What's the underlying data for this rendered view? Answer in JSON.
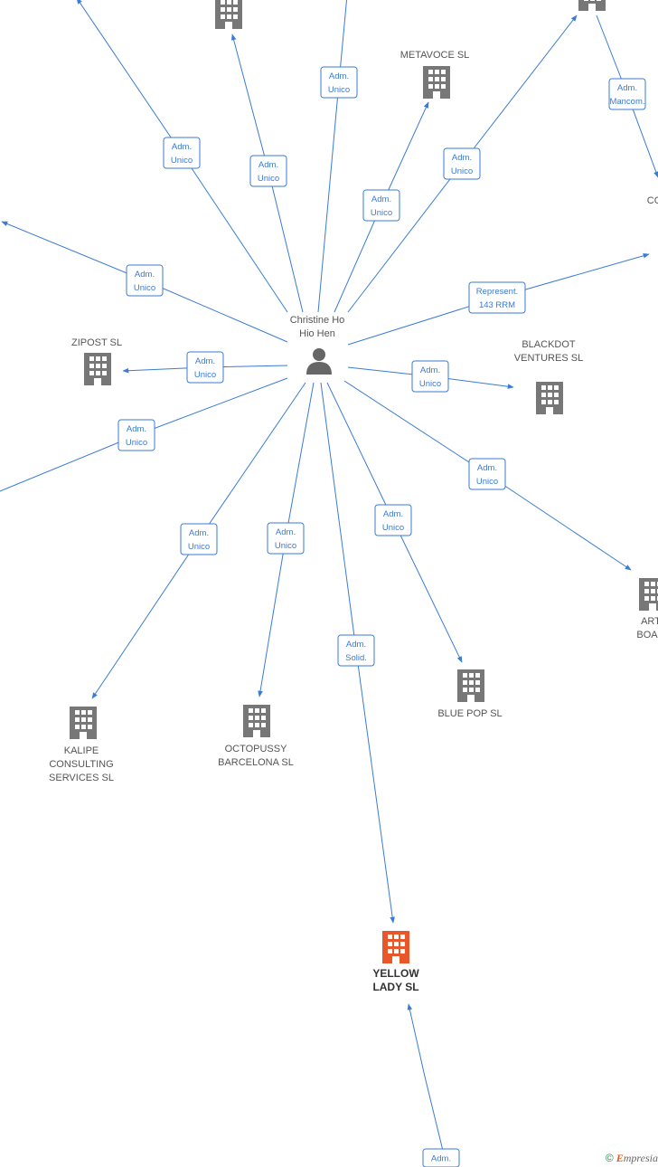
{
  "person": {
    "name_line1": "Christine Ho",
    "name_line2": "Hio Hen"
  },
  "companies": [
    {
      "id": "metavoce",
      "lines": [
        "METAVOCE  SL"
      ],
      "highlight": false
    },
    {
      "id": "zipost",
      "lines": [
        "ZIPOST  SL"
      ],
      "highlight": false
    },
    {
      "id": "blackdot",
      "lines": [
        "BLACKDOT",
        "VENTURES  SL"
      ],
      "highlight": false
    },
    {
      "id": "kalipe",
      "lines": [
        "KALIPE",
        "CONSULTING",
        "SERVICES  SL"
      ],
      "highlight": false
    },
    {
      "id": "octopussy",
      "lines": [
        "OCTOPUSSY",
        "BARCELONA  SL"
      ],
      "highlight": false
    },
    {
      "id": "bluepop",
      "lines": [
        "BLUE POP  SL"
      ],
      "highlight": false
    },
    {
      "id": "yellowlady",
      "lines": [
        "YELLOW",
        "LADY  SL"
      ],
      "highlight": true
    },
    {
      "id": "art",
      "lines": [
        "ART",
        "BOAR"
      ],
      "highlight": false
    },
    {
      "id": "co",
      "lines": [
        "CO"
      ],
      "highlight": false
    },
    {
      "id": "top_left",
      "lines": [],
      "highlight": false
    },
    {
      "id": "top_right",
      "lines": [],
      "highlight": false
    }
  ],
  "edge_labels": [
    {
      "id": "e-top-left",
      "lines": [
        "Adm.",
        "Unico"
      ]
    },
    {
      "id": "e-top-mid",
      "lines": [
        "Adm.",
        "Unico"
      ]
    },
    {
      "id": "e-top-center",
      "lines": [
        "Adm.",
        "Unico"
      ]
    },
    {
      "id": "e-metavoce",
      "lines": [
        "Adm.",
        "Unico"
      ]
    },
    {
      "id": "e-top-right",
      "lines": [
        "Adm.",
        "Unico"
      ]
    },
    {
      "id": "e-mancom",
      "lines": [
        "Adm.",
        "Mancom."
      ]
    },
    {
      "id": "e-left-upper",
      "lines": [
        "Adm.",
        "Unico"
      ]
    },
    {
      "id": "e-represent",
      "lines": [
        "Represent.",
        "143 RRM"
      ]
    },
    {
      "id": "e-zipost",
      "lines": [
        "Adm.",
        "Unico"
      ]
    },
    {
      "id": "e-blackdot",
      "lines": [
        "Adm.",
        "Unico"
      ]
    },
    {
      "id": "e-left-lower",
      "lines": [
        "Adm.",
        "Unico"
      ]
    },
    {
      "id": "e-art",
      "lines": [
        "Adm.",
        "Unico"
      ]
    },
    {
      "id": "e-kalipe",
      "lines": [
        "Adm.",
        "Unico"
      ]
    },
    {
      "id": "e-octopussy",
      "lines": [
        "Adm.",
        "Unico"
      ]
    },
    {
      "id": "e-bluepop",
      "lines": [
        "Adm.",
        "Unico"
      ]
    },
    {
      "id": "e-yellow",
      "lines": [
        "Adm.",
        "Solid."
      ]
    },
    {
      "id": "e-bottom",
      "lines": [
        "Adm."
      ]
    }
  ],
  "footer": {
    "copyright": "©",
    "brand_initial": "E",
    "brand_rest": "mpresia"
  },
  "colors": {
    "edge": "#3a7bd5",
    "building": "#777777",
    "highlight": "#e8562a",
    "person": "#666666"
  }
}
